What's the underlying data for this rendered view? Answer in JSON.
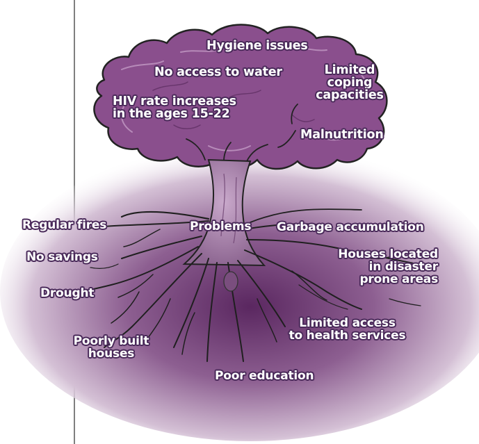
{
  "colors": {
    "crown": "#8a4f8d",
    "crown_dark": "#6b3a70",
    "ground": "#5e2d63",
    "trunk": "#a883ab",
    "outline": "#222222",
    "label_outline": "#4a2a5a",
    "label_text": "#ffffff"
  },
  "canopy": {
    "hygiene": "Hygiene issues",
    "no_water": "No access to water",
    "limited_coping": "Limited\ncoping\ncapacities",
    "hiv": "HIV rate increases\nin the ages 15-22",
    "malnutrition": "Malnutrition"
  },
  "trunk": {
    "problems": "Problems"
  },
  "roots": {
    "regular_fires": "Regular fires",
    "no_savings": "No savings",
    "drought": "Drought",
    "poorly_built": "Poorly built\nhouses",
    "poor_education": "Poor education",
    "garbage": "Garbage accumulation",
    "houses_disaster": "Houses located\nin disaster\nprone areas",
    "limited_health": "Limited access\nto health services"
  }
}
